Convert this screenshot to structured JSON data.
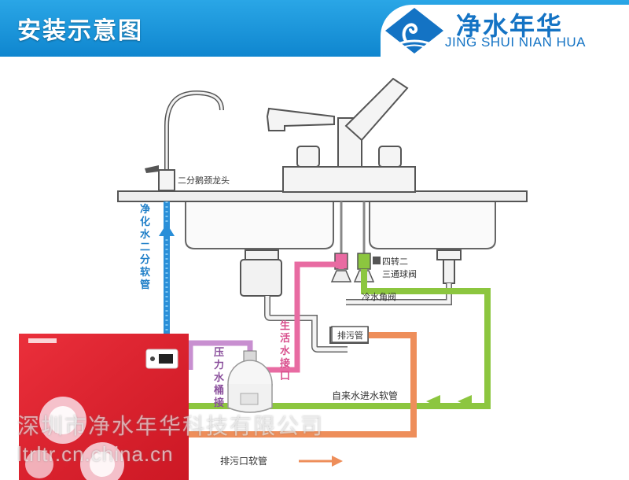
{
  "header": {
    "title": "安装示意图",
    "logo_cn": "净水年华",
    "logo_en": "JING SHUI NIAN HUA"
  },
  "labels": {
    "gooseneck_faucet": "二分鹅颈龙头",
    "pure_water_hose": "净化水二分软管",
    "four_to_two": "四转二",
    "three_way_valve": "三通球阀",
    "cold_angle_valve": "冷水角阀",
    "drain_pipe": "排污管",
    "living_water_inlet": "生活水接口",
    "pressure_tank": "压力水桶接",
    "tap_water_inlet_hose": "自来水进水软管",
    "drain_outlet_hose": "排污口软管"
  },
  "watermark": {
    "line1": "深圳市净水年华科技有限公司",
    "line2": "ltrltr.cn.china.cn"
  },
  "colors": {
    "header_blue": "#1b95db",
    "pure_water_blue": "#2a8fd8",
    "tap_water_green": "#8cc63f",
    "drain_orange": "#ee8e5a",
    "living_pink": "#e86ba2",
    "tank_purple": "#c88fd0",
    "purifier_red": "#e0202e"
  }
}
